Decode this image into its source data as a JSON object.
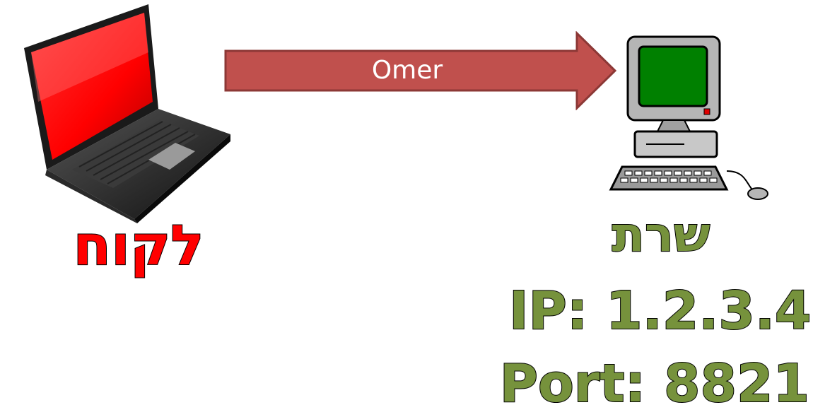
{
  "diagram": {
    "message_label": "Omer",
    "client_label": "לקוח",
    "server_label": "שרת",
    "server_ip": "IP: 1.2.3.4",
    "server_port": "Port: 8821"
  },
  "colors": {
    "client_label": "#ff0000",
    "server_text": "#76923c",
    "arrow_fill": "#c0504d",
    "arrow_border": "#8c3836",
    "laptop_screen": "#ff1a1a",
    "computer_screen": "#008000"
  },
  "icons": {
    "client": "laptop-icon",
    "server": "desktop-computer-icon",
    "connection": "right-arrow"
  }
}
